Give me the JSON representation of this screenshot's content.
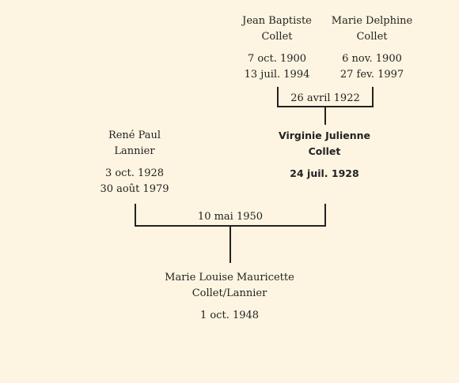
{
  "colors": {
    "background": "#fdf5e1",
    "text": "#222222",
    "connector": "#222222"
  },
  "people": {
    "grandfather": {
      "first_names": "Jean Baptiste",
      "surname": "Collet",
      "birth": "7 oct. 1900",
      "death": "13 juil. 1994"
    },
    "grandmother": {
      "first_names": "Marie Delphine",
      "surname": "Collet",
      "birth": "6 nov. 1900",
      "death": "27 fev. 1997"
    },
    "father": {
      "first_names": "René Paul",
      "surname": "Lannier",
      "birth": "3 oct. 1928",
      "death": "30 août 1979"
    },
    "mother": {
      "first_names": "Virginie Julienne",
      "surname": "Collet",
      "birth": "24 juil. 1928"
    },
    "child": {
      "first_names": "Marie Louise Mauricette",
      "surname": "Collet/Lannier",
      "birth": "1 oct. 1948"
    }
  },
  "marriages": {
    "grandparents": "26 avril 1922",
    "parents": "10 mai 1950"
  }
}
